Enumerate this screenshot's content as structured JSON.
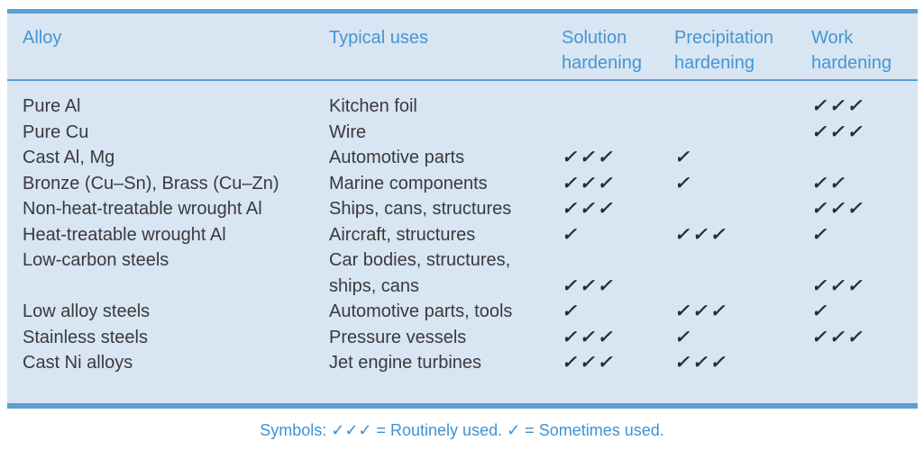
{
  "table": {
    "columns": [
      {
        "label": "Alloy"
      },
      {
        "label": "Typical uses"
      },
      {
        "label": "Solution hardening"
      },
      {
        "label": "Precipitation hardening"
      },
      {
        "label": "Work hardening"
      }
    ],
    "rows": [
      {
        "alloy": "Pure Al",
        "uses": "Kitchen foil",
        "solution": "",
        "precipitation": "",
        "work": "✓✓✓"
      },
      {
        "alloy": "Pure Cu",
        "uses": "Wire",
        "solution": "",
        "precipitation": "",
        "work": "✓✓✓"
      },
      {
        "alloy": "Cast Al, Mg",
        "uses": "Automotive parts",
        "solution": "✓✓✓",
        "precipitation": "✓",
        "work": ""
      },
      {
        "alloy": "Bronze (Cu–Sn), Brass (Cu–Zn)",
        "uses": "Marine components",
        "solution": "✓✓✓",
        "precipitation": "✓",
        "work": "✓✓"
      },
      {
        "alloy": "Non-heat-treatable wrought Al",
        "uses": "Ships, cans, structures",
        "solution": "✓✓✓",
        "precipitation": "",
        "work": "✓✓✓"
      },
      {
        "alloy": "Heat-treatable wrought Al",
        "uses": "Aircraft, structures",
        "solution": "✓",
        "precipitation": "✓✓✓",
        "work": "✓"
      },
      {
        "alloy": "Low-carbon steels",
        "uses": "Car bodies, structures,\nships, cans",
        "solution": "✓✓✓",
        "precipitation": "",
        "work": "✓✓✓"
      },
      {
        "alloy": "Low alloy steels",
        "uses": "Automotive parts, tools",
        "solution": "✓",
        "precipitation": "✓✓✓",
        "work": "✓"
      },
      {
        "alloy": "Stainless steels",
        "uses": "Pressure vessels",
        "solution": "✓✓✓",
        "precipitation": "✓",
        "work": "✓✓✓"
      },
      {
        "alloy": "Cast Ni alloys",
        "uses": "Jet engine turbines",
        "solution": "✓✓✓",
        "precipitation": "✓✓✓",
        "work": ""
      }
    ],
    "legend": "Symbols: ✓✓✓ = Routinely used. ✓ = Sometimes used.",
    "symbols": {
      "routinely_used": "✓✓✓",
      "sometimes_used": "✓"
    }
  },
  "colors": {
    "table_background": "#d8e5f2",
    "rule_blue": "#5b9fd3",
    "header_text": "#4596d2",
    "body_text": "#3a3a3c",
    "check_marks": "#2b2b2d",
    "legend_text": "#3d92d1",
    "page_background": "#ffffff"
  }
}
